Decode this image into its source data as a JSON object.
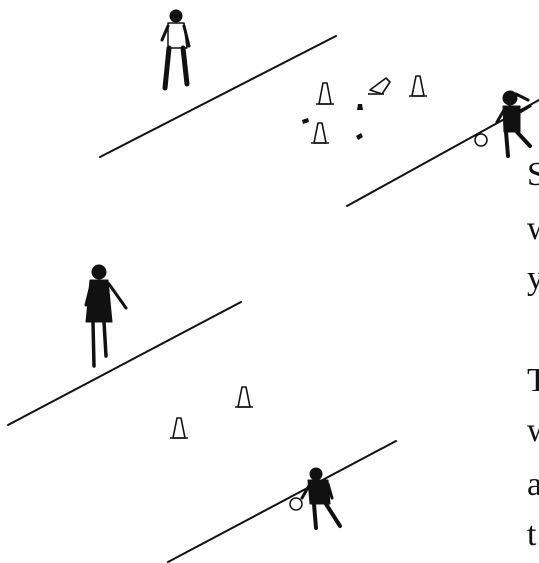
{
  "edge_text": {
    "lines": [
      "S",
      "w",
      "y",
      "T",
      "w",
      "a",
      "t"
    ]
  },
  "figures": [
    {
      "name": "coach-figure",
      "kind": "coach"
    },
    {
      "name": "girl-dribbling-figure",
      "kind": "player"
    },
    {
      "name": "woman-standing-figure",
      "kind": "coach"
    },
    {
      "name": "boy-dribbling-figure",
      "kind": "player"
    }
  ],
  "icons": {
    "cone": "cone-icon",
    "ball": "soccer-ball-icon",
    "bib": "bib-icon"
  }
}
